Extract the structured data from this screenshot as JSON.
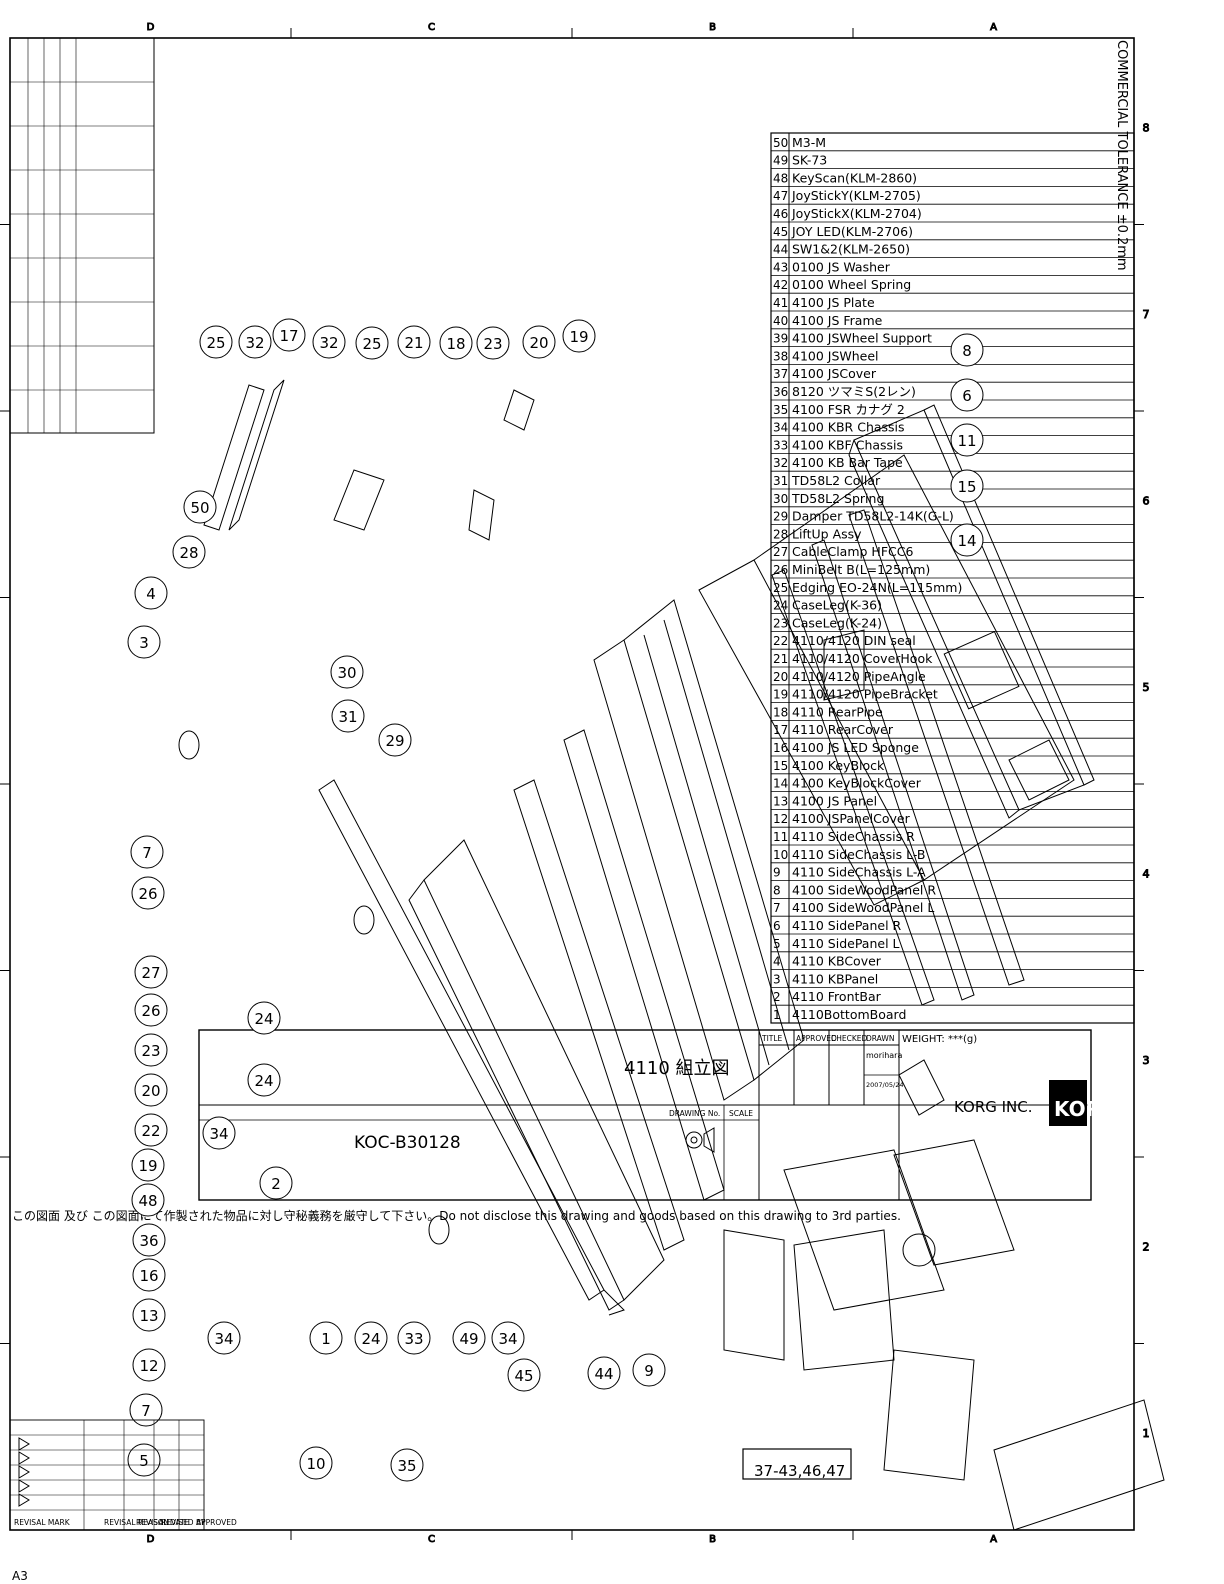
{
  "tolerance": "COMMERCIAL TOLERANCE ±0.2mm",
  "grid": {
    "columns": [
      "1",
      "2",
      "3",
      "4",
      "5",
      "6",
      "7",
      "8"
    ],
    "rows": [
      "A",
      "B",
      "C",
      "D"
    ]
  },
  "parts": [
    {
      "no": "50",
      "name": "M3-M"
    },
    {
      "no": "49",
      "name": "SK-73"
    },
    {
      "no": "48",
      "name": "KeyScan(KLM-2860)"
    },
    {
      "no": "47",
      "name": "JoyStickY(KLM-2705)"
    },
    {
      "no": "46",
      "name": "JoyStickX(KLM-2704)"
    },
    {
      "no": "45",
      "name": "JOY LED(KLM-2706)"
    },
    {
      "no": "44",
      "name": "SW1&2(KLM-2650)"
    },
    {
      "no": "43",
      "name": "0100 JS Washer"
    },
    {
      "no": "42",
      "name": "0100 Wheel Spring"
    },
    {
      "no": "41",
      "name": "4100 JS Plate"
    },
    {
      "no": "40",
      "name": "4100 JS Frame"
    },
    {
      "no": "39",
      "name": "4100 JSWheel Support"
    },
    {
      "no": "38",
      "name": "4100 JSWheel"
    },
    {
      "no": "37",
      "name": "4100 JSCover"
    },
    {
      "no": "36",
      "name": "8120 ツマミS(2レン)"
    },
    {
      "no": "35",
      "name": "4100 FSR カナグ 2"
    },
    {
      "no": "34",
      "name": "4100 KBR Chassis"
    },
    {
      "no": "33",
      "name": "4100 KBF Chassis"
    },
    {
      "no": "32",
      "name": "4100 KB Bar Tape"
    },
    {
      "no": "31",
      "name": "TD58L2 Collar"
    },
    {
      "no": "30",
      "name": "TD58L2 Spring"
    },
    {
      "no": "29",
      "name": "Damper TD58L2-14K(G-L)"
    },
    {
      "no": "28",
      "name": "LiftUp Assy"
    },
    {
      "no": "27",
      "name": "CableClamp HFCC6"
    },
    {
      "no": "26",
      "name": "MiniBelt B(L=125mm)"
    },
    {
      "no": "25",
      "name": "Edging EO-24N(L=115mm)"
    },
    {
      "no": "24",
      "name": "CaseLeg(K-36)"
    },
    {
      "no": "23",
      "name": "CaseLeg(K-24)"
    },
    {
      "no": "22",
      "name": "4110/4120 DIN seal"
    },
    {
      "no": "21",
      "name": "4110/4120 CoverHook"
    },
    {
      "no": "20",
      "name": "4110/4120 PipeAngle"
    },
    {
      "no": "19",
      "name": "4110/4120 PipeBracket"
    },
    {
      "no": "18",
      "name": "4110 RearPipe"
    },
    {
      "no": "17",
      "name": "4110 RearCover"
    },
    {
      "no": "16",
      "name": "4100 JS LED Sponge"
    },
    {
      "no": "15",
      "name": "4100 KeyBlock"
    },
    {
      "no": "14",
      "name": "4100 KeyBlockCover"
    },
    {
      "no": "13",
      "name": "4100 JS Panel"
    },
    {
      "no": "12",
      "name": "4100 JSPanelCover"
    },
    {
      "no": "11",
      "name": "4110 SideChassis R"
    },
    {
      "no": "10",
      "name": "4110 SideChassis L-B"
    },
    {
      "no": "9",
      "name": "4110 SideChassis L-A"
    },
    {
      "no": "8",
      "name": "4100 SideWoodPanel R"
    },
    {
      "no": "7",
      "name": "4100 SideWoodPanel L"
    },
    {
      "no": "6",
      "name": "4110 SidePanel R"
    },
    {
      "no": "5",
      "name": "4110 SidePanel L"
    },
    {
      "no": "4",
      "name": "4110 KBCover"
    },
    {
      "no": "3",
      "name": "4110 KBPanel"
    },
    {
      "no": "2",
      "name": "4110 FrontBar"
    },
    {
      "no": "1",
      "name": "4110BottomBoard"
    }
  ],
  "title_block": {
    "weight_label": "WEIGHT:",
    "weight_value": "***(g)",
    "drawn_label": "DRAWN",
    "checked_label": "CHECKED",
    "approved_label": "APPROVED",
    "title_label": "TITLE",
    "drawn_by": "morihara",
    "date": "2007/05/24",
    "title": "4110 組立図",
    "scale_label": "SCALE",
    "drawing_no_label": "DRAWING No.",
    "drawing_no": "KOC-B30128",
    "company": "KORG INC.",
    "logo": "KORG"
  },
  "revision_table": {
    "headers": [
      "REVISAL MARK",
      "REVISAL REASON",
      "REVISAL DATE",
      "REVISED BY",
      "APPROVED"
    ],
    "marks": [
      "",
      "",
      "",
      "",
      ""
    ]
  },
  "notice": "この図面 及び この図面にて作製された物品に対し守秘義務を厳守して下さい。Do not disclose this drawing and goods based on this drawing to 3rd parties.",
  "sheet_size": "A3",
  "group_label": "37-43,46,47",
  "callouts": [
    {
      "label": "25"
    },
    {
      "label": "32"
    },
    {
      "label": "17"
    },
    {
      "label": "32"
    },
    {
      "label": "25"
    },
    {
      "label": "21"
    },
    {
      "label": "18"
    },
    {
      "label": "23"
    },
    {
      "label": "20"
    },
    {
      "label": "19"
    },
    {
      "label": "8"
    },
    {
      "label": "6"
    },
    {
      "label": "11"
    },
    {
      "label": "15"
    },
    {
      "label": "14"
    },
    {
      "label": "50"
    },
    {
      "label": "28"
    },
    {
      "label": "4"
    },
    {
      "label": "3"
    },
    {
      "label": "30"
    },
    {
      "label": "31"
    },
    {
      "label": "29"
    },
    {
      "label": "7"
    },
    {
      "label": "26"
    },
    {
      "label": "27"
    },
    {
      "label": "26"
    },
    {
      "label": "23"
    },
    {
      "label": "20"
    },
    {
      "label": "22"
    },
    {
      "label": "19"
    },
    {
      "label": "48"
    },
    {
      "label": "36"
    },
    {
      "label": "16"
    },
    {
      "label": "13"
    },
    {
      "label": "12"
    },
    {
      "label": "7"
    },
    {
      "label": "5"
    },
    {
      "label": "10"
    },
    {
      "label": "35"
    },
    {
      "label": "45"
    },
    {
      "label": "44"
    },
    {
      "label": "9"
    },
    {
      "label": "34"
    },
    {
      "label": "49"
    },
    {
      "label": "33"
    },
    {
      "label": "24"
    },
    {
      "label": "1"
    },
    {
      "label": "34"
    },
    {
      "label": "2"
    },
    {
      "label": "34"
    },
    {
      "label": "24"
    },
    {
      "label": "24"
    }
  ]
}
